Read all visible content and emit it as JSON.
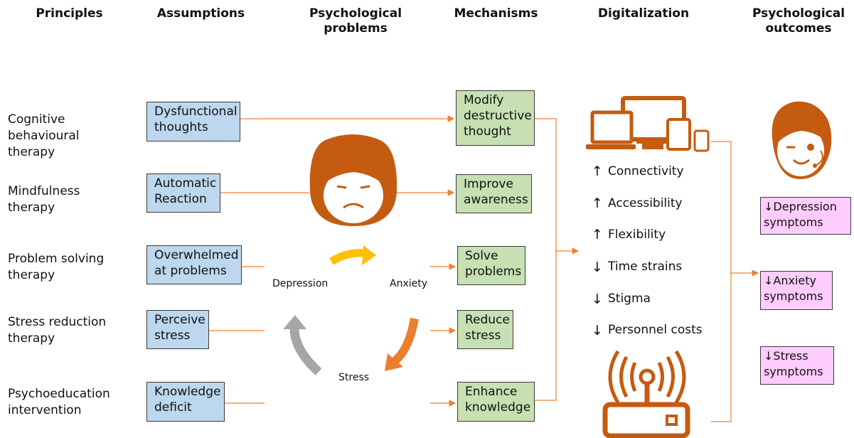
{
  "headers": {
    "principles": "Principles",
    "assumptions": "Assumptions",
    "psych_problems": "Psychological problems",
    "mechanisms": "Mechanisms",
    "digitalization": "Digitalization",
    "psych_outcomes": "Psychological outcomes"
  },
  "principles": [
    "Cognitive behavioural therapy",
    "Mindfulness therapy",
    "Problem solving therapy",
    "Stress reduction therapy",
    "Psychoeducation intervention"
  ],
  "assumptions": [
    "Dysfunctional thoughts",
    "Automatic Reaction",
    "Overwhelmed at problems",
    "Perceive stress",
    "Knowledge deficit"
  ],
  "problems": {
    "depression": "Depression",
    "anxiety": "Anxiety",
    "stress": "Stress"
  },
  "mechanisms": [
    "Modify destructive thought",
    "Improve awareness",
    "Solve problems",
    "Reduce stress",
    "Enhance knowledge"
  ],
  "digitalization": {
    "features": [
      {
        "label": "Connectivity",
        "direction": "up"
      },
      {
        "label": "Accessibility",
        "direction": "up"
      },
      {
        "label": "Flexibility",
        "direction": "up"
      },
      {
        "label": "Time strains",
        "direction": "down"
      },
      {
        "label": "Stigma",
        "direction": "down"
      },
      {
        "label": "Personnel costs",
        "direction": "down"
      }
    ],
    "icons": [
      "devices-icon",
      "wireless-router-icon"
    ]
  },
  "outcomes": [
    "Depression symptoms",
    "Anxiety symptoms",
    "Stress symptoms"
  ],
  "colors": {
    "assumption_box": "#bdd7ee",
    "mechanism_box": "#c6e0b4",
    "outcome_box": "#ffccff",
    "connector": "#f08030",
    "icon": "#c55a11",
    "cycle_yellow": "#ffc000",
    "cycle_orange": "#ed7d31",
    "cycle_gray": "#a6a6a6"
  }
}
